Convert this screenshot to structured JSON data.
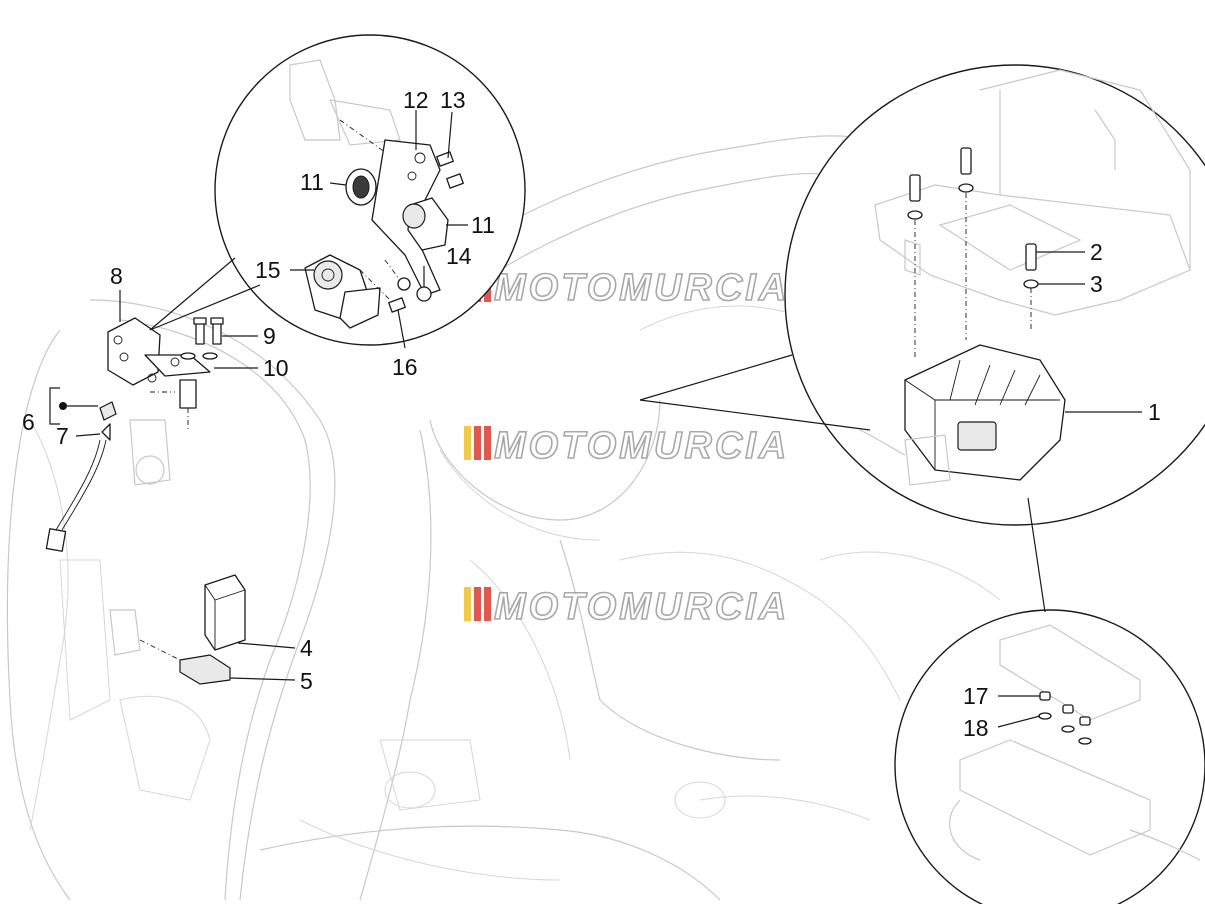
{
  "callouts": [
    {
      "label": "1"
    },
    {
      "label": "2"
    },
    {
      "label": "3"
    },
    {
      "label": "4"
    },
    {
      "label": "5"
    },
    {
      "label": "6"
    },
    {
      "label": "7"
    },
    {
      "label": "8"
    },
    {
      "label": "9"
    },
    {
      "label": "10"
    },
    {
      "label": "11"
    },
    {
      "label": "11"
    },
    {
      "label": "12"
    },
    {
      "label": "13"
    },
    {
      "label": "14"
    },
    {
      "label": "15"
    },
    {
      "label": "16"
    },
    {
      "label": "17"
    },
    {
      "label": "18"
    }
  ],
  "watermark": {
    "text": "MOTOMURCIA",
    "stripe_colors": [
      "#f2c94c",
      "#e0574f",
      "#e0574f"
    ]
  }
}
